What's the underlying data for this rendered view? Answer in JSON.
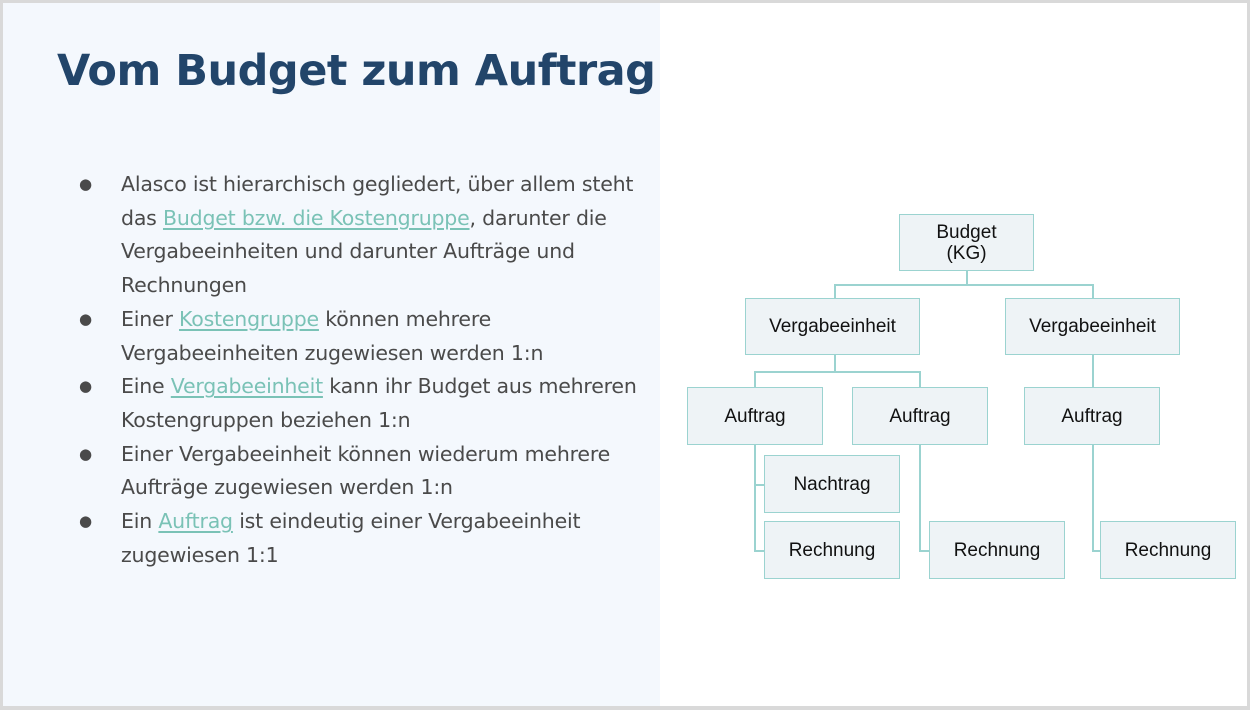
{
  "slide": {
    "title": "Vom Budget zum Auftrag",
    "bullets": [
      {
        "pre": "Alasco ist hierarchisch gegliedert, über allem steht das ",
        "link": "Budget bzw. die Kostengruppe",
        "post": ", darunter die Vergabeeinheiten und darunter Aufträge und Rechnungen"
      },
      {
        "pre": "Einer ",
        "link": "Kostengruppe",
        "post": " können mehrere Vergabeeinheiten zugewiesen werden 1:n"
      },
      {
        "pre": "Eine ",
        "link": "Vergabeeinheit",
        "post": " kann ihr Budget aus mehreren Kostengruppen beziehen 1:n"
      },
      {
        "pre": "Einer Vergabeeinheit können wiederum mehrere Aufträge zugewiesen werden 1:n",
        "link": "",
        "post": ""
      },
      {
        "pre": "Ein ",
        "link": "Auftrag",
        "post": " ist eindeutig einer Vergabeeinheit zugewiesen 1:1"
      }
    ],
    "bullet_symbol": "●"
  },
  "diagram": {
    "budget": "Budget\n(KG)",
    "vergabe_left": "Vergabeeinheit",
    "vergabe_right": "Vergabeeinheit",
    "auftrag_1": "Auftrag",
    "auftrag_2": "Auftrag",
    "auftrag_3": "Auftrag",
    "nachtrag": "Nachtrag",
    "rechnung_1": "Rechnung",
    "rechnung_2": "Rechnung",
    "rechnung_3": "Rechnung"
  },
  "colors": {
    "title": "#22456a",
    "body_text": "#4a4a4a",
    "link": "#7ac2b6",
    "left_panel_bg": "#f4f8fd",
    "node_bg": "#eef3f6",
    "node_border": "#9bd3d0"
  }
}
